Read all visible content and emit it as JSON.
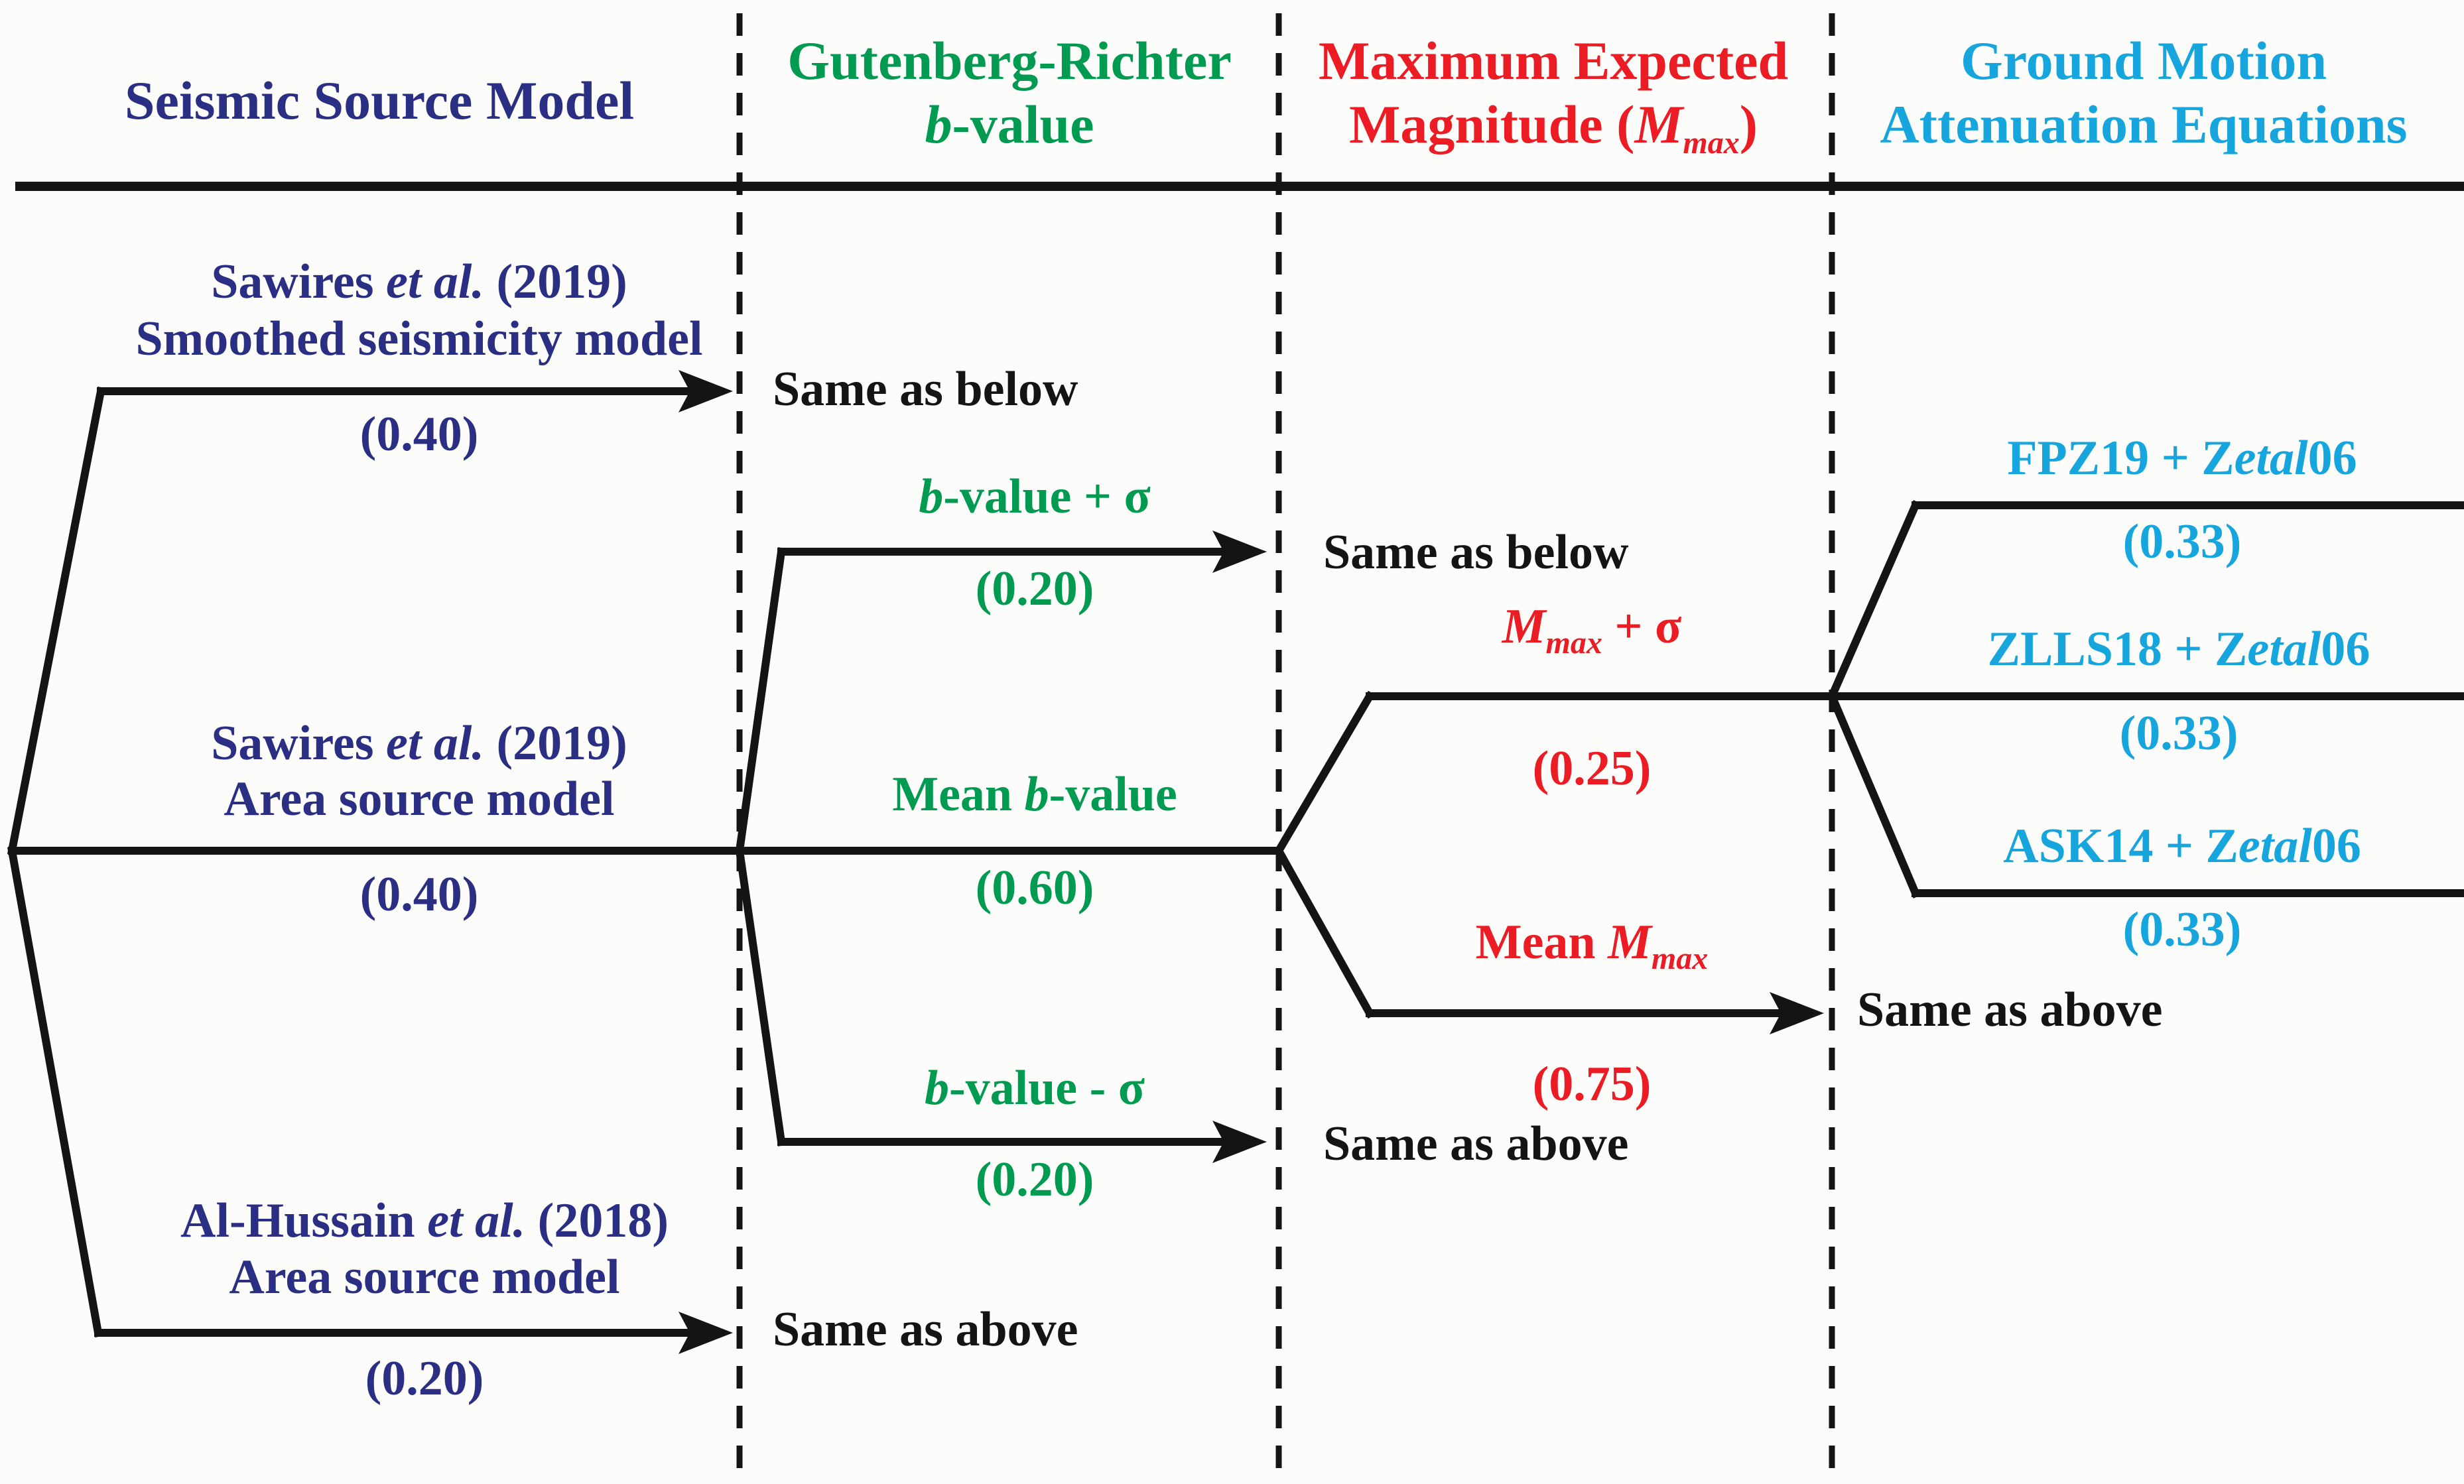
{
  "colors": {
    "source": "#2b2f84",
    "b_value": "#009a50",
    "mmax": "#ec1c24",
    "gmpe": "#16a6dd",
    "line": "#141414",
    "background": "#fcfcfa"
  },
  "headers": {
    "source_model": "Seismic Source Model",
    "gr_line1": "Gutenberg-Richter",
    "gr_line2_b": "b",
    "gr_line2_rest": "-value",
    "mmax_line1": "Maximum Expected",
    "mmax_line2_pre": "Magnitude (",
    "mmax_line2_m": "M",
    "mmax_line2_sub": "max",
    "mmax_line2_post": ")",
    "gmpe_line1": "Ground Motion",
    "gmpe_line2": "Attenuation Equations"
  },
  "source_branches": [
    {
      "author": "Sawires ",
      "etal": "et al.",
      "year": " (2019)",
      "model": "Smoothed seismicity model",
      "weight": "(0.40)"
    },
    {
      "author": "Sawires ",
      "etal": "et al.",
      "year": " (2019)",
      "model": "Area source model",
      "weight": "(0.40)"
    },
    {
      "author": "Al-Hussain ",
      "etal": "et al.",
      "year": " (2018)",
      "model": "Area source model",
      "weight": "(0.20)"
    }
  ],
  "b_value_branches": [
    {
      "b": "b",
      "rest": "-value + σ",
      "weight": "(0.20)"
    },
    {
      "prefix": "Mean ",
      "b": "b",
      "rest": "-value",
      "weight": "(0.60)"
    },
    {
      "b": "b",
      "rest": "-value - σ",
      "weight": "(0.20)"
    }
  ],
  "mmax_branches": [
    {
      "m": "M",
      "sub": "max",
      "rest": " + σ",
      "weight": "(0.25)"
    },
    {
      "prefix": "Mean ",
      "m": "M",
      "sub": "max",
      "weight": "(0.75)"
    }
  ],
  "gmpe_branches": [
    {
      "name": "FPZ19 + Z",
      "etal": "etal",
      "suffix": "06",
      "weight": "(0.33)"
    },
    {
      "name": "ZLLS18 + Z",
      "etal": "etal",
      "suffix": "06",
      "weight": "(0.33)"
    },
    {
      "name": "ASK14 + Z",
      "etal": "etal",
      "suffix": "06",
      "weight": "(0.33)"
    }
  ],
  "notes": {
    "same_as_below": "Same as below",
    "same_as_above": "Same as above"
  }
}
